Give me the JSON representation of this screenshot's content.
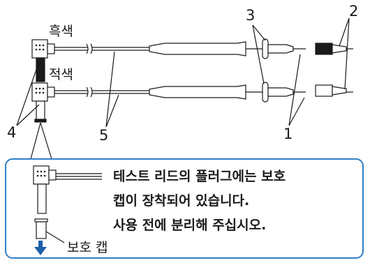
{
  "labels": {
    "black": "흑색",
    "red": "적색",
    "cap": "보호 캡"
  },
  "callouts": {
    "n1": "1",
    "n2": "2",
    "n3": "3",
    "n4": "4",
    "n5": "5"
  },
  "note": {
    "line1": "테스트 리드의 플러그에는 보호",
    "line2": "캡이 장착되어 있습니다.",
    "line3": "사용 전에 분리해 주십시오."
  },
  "colors": {
    "frame": "#2f7fc6",
    "line": "#1a1a1a",
    "arrow": "#1f5fa8"
  }
}
